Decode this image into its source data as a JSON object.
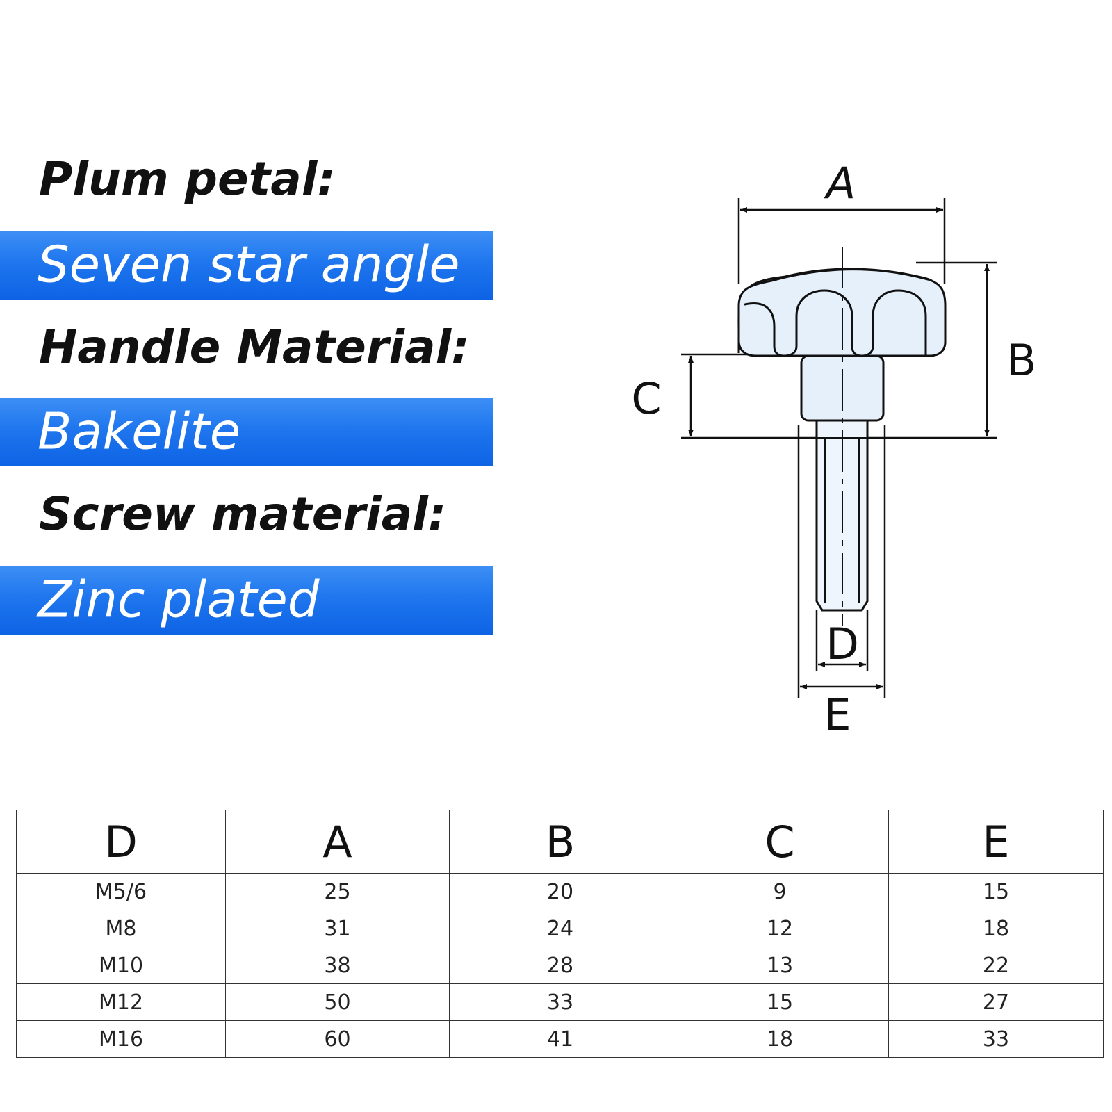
{
  "specs": [
    {
      "label": "Plum petal:",
      "value": "Seven star angle"
    },
    {
      "label": "Handle Material:",
      "value": "Bakelite"
    },
    {
      "label": "Screw material:",
      "value": "Zinc plated"
    }
  ],
  "drawing": {
    "labels": {
      "A": "A",
      "B": "B",
      "C": "C",
      "D": "D",
      "E": "E"
    },
    "colors": {
      "knob_fill": "#e6f0fb",
      "line": "#111111"
    }
  },
  "table": {
    "headers": [
      "D",
      "A",
      "B",
      "C",
      "E"
    ],
    "rows": [
      [
        "M5/6",
        "25",
        "20",
        "9",
        "15"
      ],
      [
        "M8",
        "31",
        "24",
        "12",
        "18"
      ],
      [
        "M10",
        "38",
        "28",
        "13",
        "22"
      ],
      [
        "M12",
        "50",
        "33",
        "15",
        "27"
      ],
      [
        "M16",
        "60",
        "41",
        "18",
        "33"
      ]
    ]
  },
  "colors": {
    "band_blue": "#1f76ee",
    "band_text": "#ffffff"
  }
}
